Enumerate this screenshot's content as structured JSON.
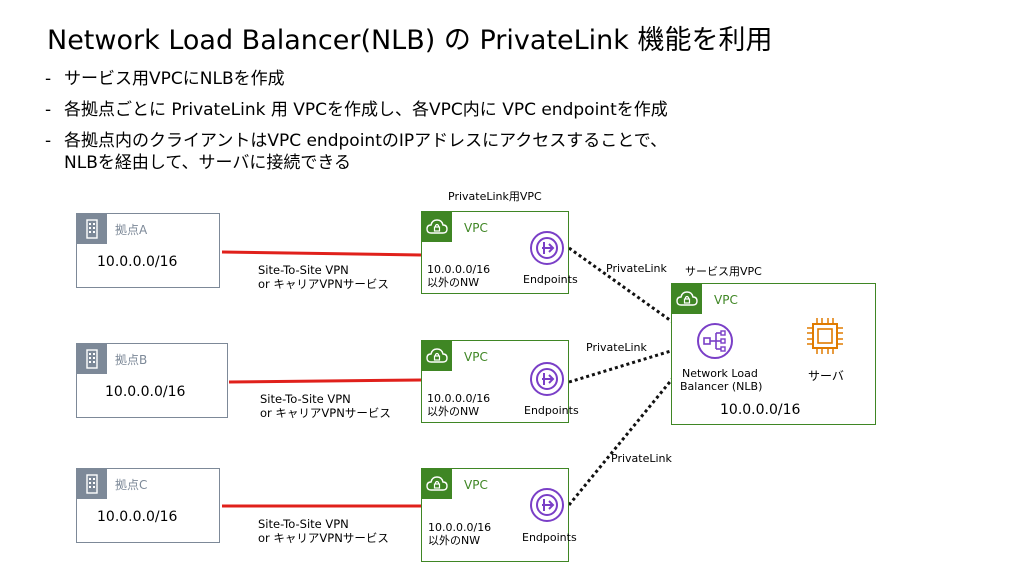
{
  "title": "Network Load Balancer(NLB) の PrivateLink 機能を利用",
  "bullets": [
    {
      "dash": "-",
      "text": "サービス用VPCにNLBを作成"
    },
    {
      "dash": "-",
      "text": "各拠点ごとに PrivateLink 用 VPCを作成し、各VPC内に VPC endpointを作成"
    },
    {
      "dash": "-",
      "text": "各拠点内のクライアントはVPC endpointのIPアドレスにアクセスすることで、"
    },
    {
      "dash": "",
      "text": "NLBを経由して、サーバに接続できる"
    }
  ],
  "sites": [
    {
      "name": "拠点A",
      "cidr": "10.0.0.0/16"
    },
    {
      "name": "拠点B",
      "cidr": "10.0.0.0/16"
    },
    {
      "name": "拠点C",
      "cidr": "10.0.0.0/16"
    }
  ],
  "vpn_label_line1": "Site-To-Site VPN",
  "vpn_label_line2": "or キャリアVPNサービス",
  "privatelink_vpc_title": "PrivateLink用VPC",
  "vpc_label": "VPC",
  "nw_line1": "10.0.0.0/16",
  "nw_line2": "以外のNW",
  "endpoints_label": "Endpoints",
  "privatelink_label": "PrivateLink",
  "service_vpc_title": "サービス用VPC",
  "nlb_line1": "Network Load",
  "nlb_line2": "Balancer (NLB)",
  "server_label": "サーバ",
  "service_cidr": "10.0.0.0/16",
  "colors": {
    "vpn_line": "#e0201b",
    "vpc_green": "#3f8624",
    "site_gray": "#7d8998",
    "nlb_purple": "#7a3fc7",
    "server_orange": "#e07b00"
  },
  "icons": [
    "building-icon",
    "cloud-lock-icon",
    "endpoint-icon",
    "nlb-icon",
    "chip-icon"
  ]
}
